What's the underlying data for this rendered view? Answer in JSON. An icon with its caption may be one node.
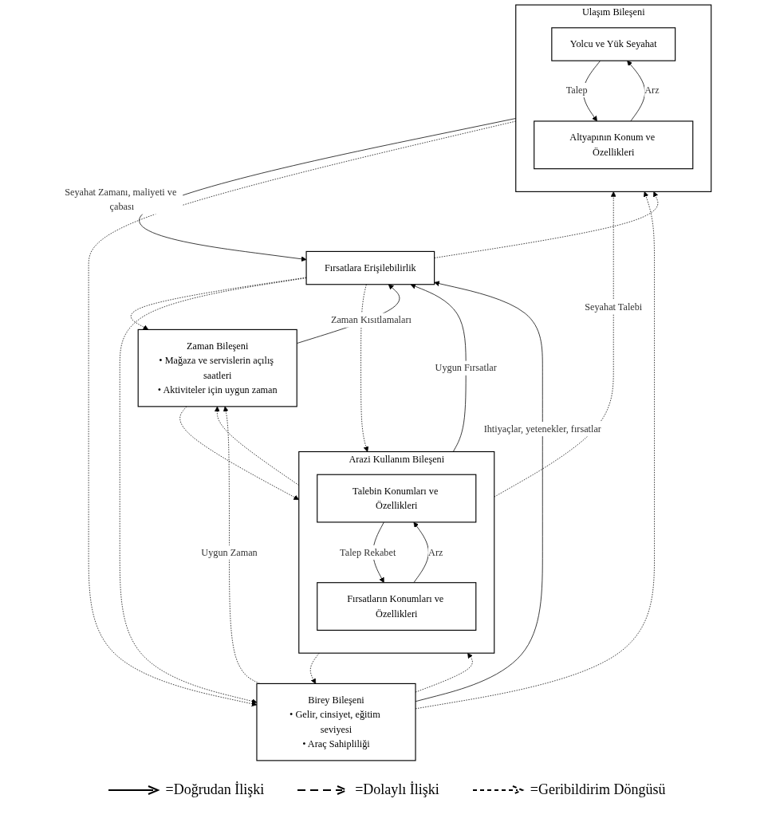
{
  "diagram": {
    "nodes": [
      {
        "text": [
          "Arazi Kullanım Bileşeni"
        ]
      },
      {
        "text": [
          "Talebin Konumları ve Özellikleri"
        ],
        "in": 0
      },
      {
        "text": [
          "Fırsatların Konumları ve Özellikleri"
        ],
        "in": 0
      },
      {
        "text": [
          "Ulaşım Bileşeni"
        ]
      },
      {
        "text": [
          "Yolcu ve Yük Seyahat"
        ],
        "in": 3
      },
      {
        "text": [
          "Altyapının Konum ve Özellikleri"
        ],
        "in": 3
      },
      {
        "text": [
          "Fırsatlara Erişilebilirlik"
        ]
      },
      {
        "text": [
          "Zaman Bileşeni",
          "• Mağaza ve servislerin açılış saatleri",
          "• Aktiviteler için uygun zaman"
        ]
      },
      {
        "text": [
          "Birey Bileşeni",
          "• Gelir, cinsiyet, eğitim seviyesi",
          "• Araç Sahipliliği"
        ]
      }
    ],
    "edges": [
      {
        "from": 2,
        "to": 1,
        "arrow": "to",
        "label": "Arz"
      },
      {
        "from": 1,
        "to": 2,
        "arrow": "to",
        "label": "Talep Rekabet"
      },
      {
        "from": 0,
        "to": 3,
        "arrow": "to",
        "label": "Seyahat Talebi",
        "style": "dashed"
      },
      {
        "from": 5,
        "to": 4,
        "arrow": "to",
        "label": "Arz"
      },
      {
        "from": 4,
        "to": 5,
        "arrow": "to",
        "label": "Talep"
      },
      {
        "from": 0,
        "to": 6,
        "arrow": "to",
        "label": "Uygun Fırsatlar"
      },
      {
        "from": 3,
        "to": 6,
        "arrow": "to",
        "label": "Seyahat Zamanı, maliyeti ve çabası"
      },
      {
        "from": 6,
        "to": 0,
        "arrow": "to",
        "style": "dashed"
      },
      {
        "from": 6,
        "to": 3,
        "arrow": "to",
        "style": "dashed"
      },
      {
        "from": 0,
        "to": 7,
        "arrow": "to",
        "style": "dashed"
      },
      {
        "from": 7,
        "to": 0,
        "arrow": "to",
        "style": "dashed"
      },
      {
        "from": 3,
        "to": 8,
        "arrow": "to",
        "style": "dashed"
      },
      {
        "from": 8,
        "to": 3,
        "arrow": "to",
        "style": "dashed"
      },
      {
        "from": 6,
        "to": 7,
        "arrow": "to",
        "style": "dashed"
      },
      {
        "from": 7,
        "to": 6,
        "arrow": "to",
        "label": "Zaman Kısıtlamaları"
      },
      {
        "from": 8,
        "to": 6,
        "arrow": "to",
        "label": "Ihtiyaçlar, yetenekler, fırsatlar"
      },
      {
        "from": 6,
        "to": 8,
        "arrow": "to",
        "style": "dashed"
      },
      {
        "from": 8,
        "to": 7,
        "arrow": "to",
        "label": "Uygun Zaman",
        "style": "dashed"
      },
      {
        "from": 8,
        "to": 0,
        "arrow": "to",
        "style": "dashed"
      },
      {
        "from": 0,
        "to": 8,
        "arrow": "to",
        "style": "dashed"
      }
    ],
    "legend": [
      {
        "text": "=Doğrudan İlişki"
      },
      {
        "text": "=Dolaylı İlişki"
      },
      {
        "text": "=Geribildirim Döngüsü"
      }
    ]
  }
}
